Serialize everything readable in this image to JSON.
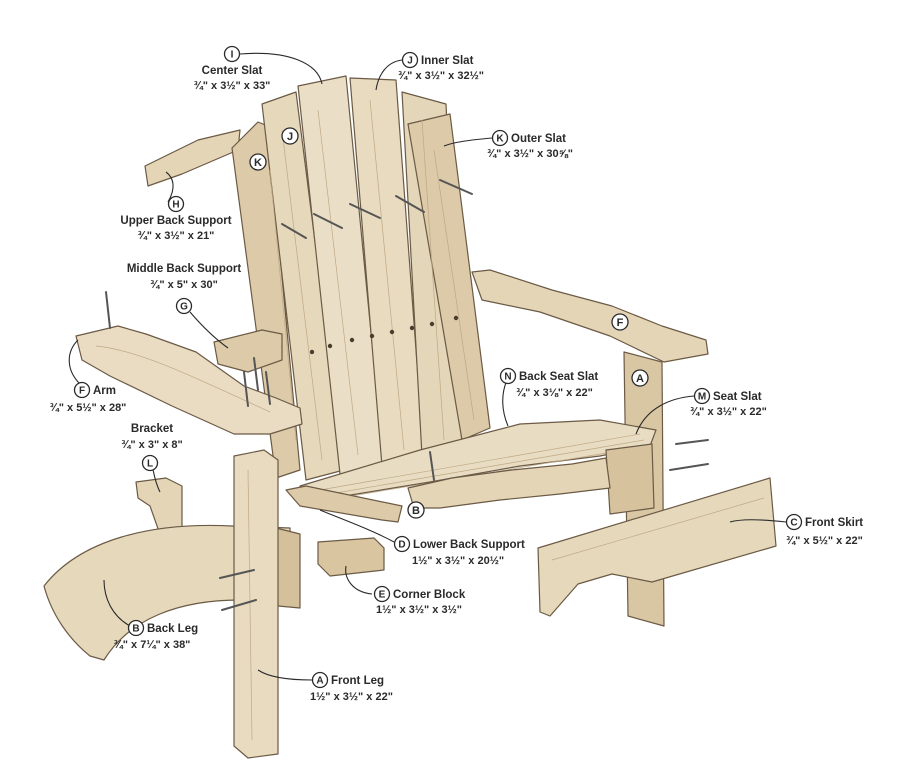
{
  "colors": {
    "wood_light": "#e9dcc2",
    "wood_mid": "#dccaa8",
    "wood_shadow": "#c9b48f",
    "outline": "#6b5a45",
    "ink": "#2a2a2a"
  },
  "callouts": [
    {
      "letter": "I",
      "name": "Center Slat",
      "dim": "¾\" x 3½\" x 33\""
    },
    {
      "letter": "J",
      "name": "Inner Slat",
      "dim": "¾\" x 3½\" x 32½\""
    },
    {
      "letter": "K",
      "name": "Outer Slat",
      "dim": "¾\" x 3½\" x 30⅝\""
    },
    {
      "letter": "H",
      "name": "Upper Back Support",
      "dim": "¾\" x 3½\" x 21\""
    },
    {
      "letter": "G",
      "name": "Middle Back Support",
      "dim": "¾\" x 5\" x 30\""
    },
    {
      "letter": "F",
      "name": "Arm",
      "dim": "¾\" x 5½\" x 28\""
    },
    {
      "letter": "L",
      "name": "Bracket",
      "dim": "¾\" x 3\" x 8\""
    },
    {
      "letter": "N",
      "name": "Back Seat Slat",
      "dim": "¾\" x 3⅛\" x 22\""
    },
    {
      "letter": "M",
      "name": "Seat Slat",
      "dim": "¾\" x 3½\" x 22\""
    },
    {
      "letter": "D",
      "name": "Lower Back Support",
      "dim": "1½\" x 3½\" x 20½\""
    },
    {
      "letter": "E",
      "name": "Corner Block",
      "dim": "1½\" x 3½\" x 3½\""
    },
    {
      "letter": "C",
      "name": "Front Skirt",
      "dim": "¾\" x 5½\" x 22\""
    },
    {
      "letter": "B",
      "name": "Back Leg",
      "dim": "¾\" x 7¼\" x 38\""
    },
    {
      "letter": "A",
      "name": "Front Leg",
      "dim": "1½\" x 3½\" x 22\""
    }
  ],
  "part_marks": [
    "K",
    "J",
    "F",
    "A",
    "B"
  ]
}
